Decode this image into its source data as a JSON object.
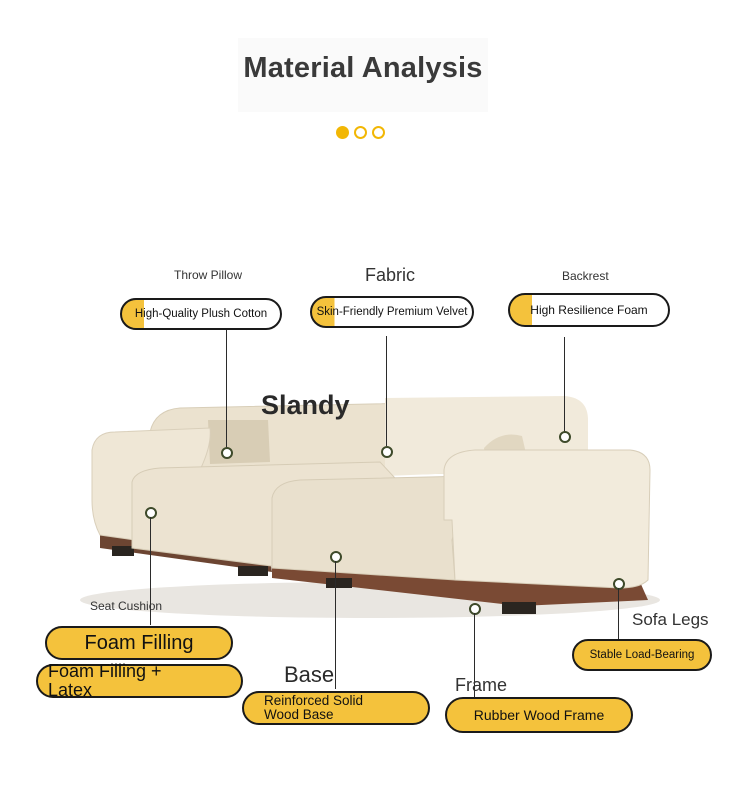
{
  "header": {
    "title": "Material Analysis"
  },
  "colors": {
    "accent": "#f4c23c",
    "dot": "#f2b705",
    "sofa": "#ece4d2",
    "base_wood": "#7a4a34"
  },
  "product": {
    "name": "Slandy"
  },
  "callouts": {
    "throw_pillow": {
      "label": "Throw Pillow",
      "value": "High-Quality Plush Cotton"
    },
    "fabric": {
      "label": "Fabric",
      "value": "Skin-Friendly Premium Velvet"
    },
    "backrest": {
      "label": "Backrest",
      "value": "High Resilience Foam"
    },
    "seat_cushion": {
      "label": "Seat Cushion",
      "value_1": "Foam Filling",
      "value_2": "Foam Filling + Latex"
    },
    "base": {
      "label": "Base",
      "value": "Reinforced Solid Wood Base"
    },
    "frame": {
      "label": "Frame",
      "value": "Rubber Wood Frame"
    },
    "sofa_legs": {
      "label": "Sofa Legs",
      "value": "Stable Load-Bearing"
    }
  }
}
